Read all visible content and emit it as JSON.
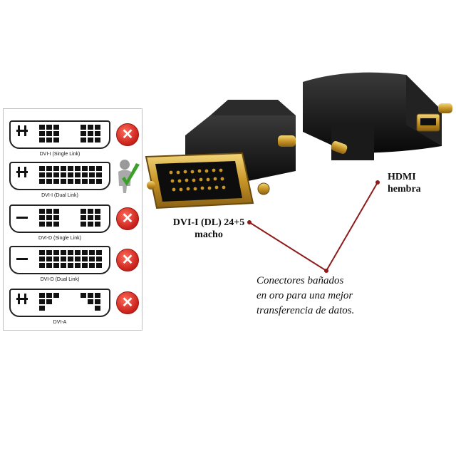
{
  "dvi_chart": {
    "rows": [
      {
        "label": "DVI-I (Single Link)",
        "supported": false
      },
      {
        "label": "DVI-I (Dual Link)",
        "supported": true
      },
      {
        "label": "DVI-D (Single Link)",
        "supported": false
      },
      {
        "label": "DVI-D (Dual Link)",
        "supported": false
      },
      {
        "label": "DVI-A",
        "supported": false
      }
    ],
    "cross_symbol": "✕"
  },
  "callouts": {
    "hdmi_line1": "HDMI",
    "hdmi_line2": "hembra",
    "dvi_line1": "DVI-I (DL) 24+5",
    "dvi_line2": "macho",
    "gold_line1": "Conectores bañados",
    "gold_line2": "en oro para una mejor",
    "gold_line3": "transferencia de datos."
  },
  "colors": {
    "cross_red": "#d2231b",
    "check_green": "#3aa02a",
    "leader_red": "#8e1b1b",
    "gold": "#d9a82e"
  }
}
